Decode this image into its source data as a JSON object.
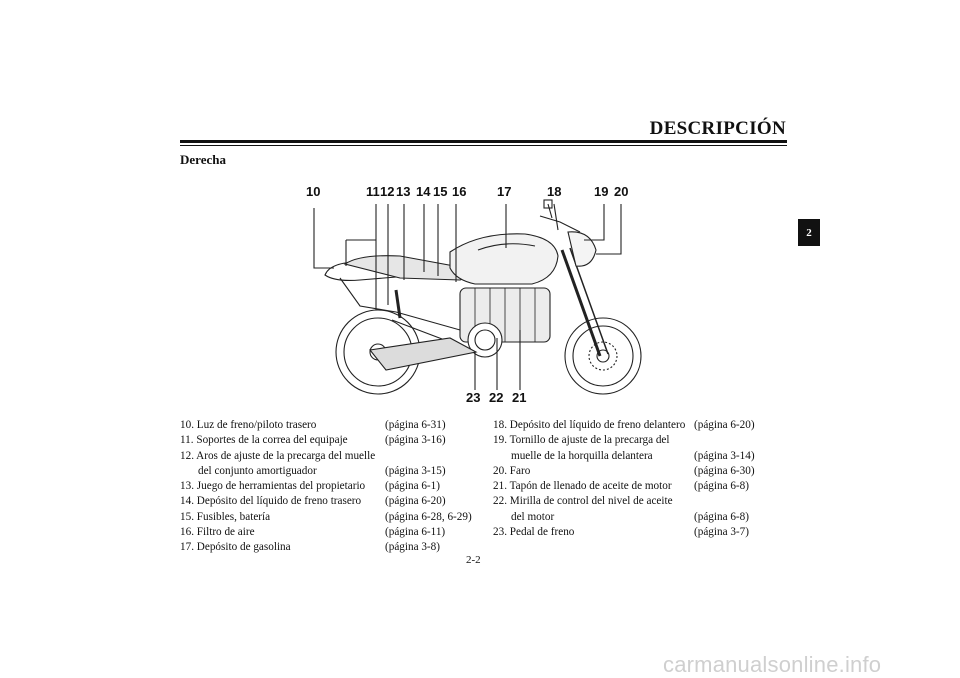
{
  "header": {
    "title": "DESCRIPCIÓN"
  },
  "side_tab": "2",
  "section": {
    "heading": "Derecha"
  },
  "figure": {
    "callouts_top": [
      "10",
      "11",
      "12",
      "13",
      "14",
      "15",
      "16",
      "17",
      "18",
      "19",
      "20"
    ],
    "callouts_bottom": [
      "23",
      "22",
      "21"
    ]
  },
  "parts_left": [
    {
      "label": "10. Luz de freno/piloto trasero",
      "page": "(página 6-31)"
    },
    {
      "label": "11. Soportes de la correa del equipaje",
      "page": "(página 3-16)"
    },
    {
      "label": "12. Aros de ajuste de la precarga del muelle",
      "page": ""
    },
    {
      "label": "del conjunto amortiguador",
      "page": "(página 3-15)",
      "cont": true
    },
    {
      "label": "13. Juego de herramientas del propietario",
      "page": "(página 6-1)"
    },
    {
      "label": "14. Depósito del líquido de freno trasero",
      "page": "(página 6-20)"
    },
    {
      "label": "15. Fusibles, batería",
      "page": "(página 6-28, 6-29)"
    },
    {
      "label": "16. Filtro de aire",
      "page": "(página 6-11)"
    },
    {
      "label": "17. Depósito de gasolina",
      "page": "(página 3-8)"
    }
  ],
  "parts_right": [
    {
      "label": "18. Depósito del líquido de freno delantero",
      "page": "(página 6-20)"
    },
    {
      "label": "19. Tornillo de ajuste de la precarga del",
      "page": ""
    },
    {
      "label": "muelle de la horquilla delantera",
      "page": "(página 3-14)",
      "cont": true
    },
    {
      "label": "20. Faro",
      "page": "(página 6-30)"
    },
    {
      "label": "21. Tapón de llenado de aceite de motor",
      "page": "(página 6-8)"
    },
    {
      "label": "22. Mirilla de control del nivel de aceite",
      "page": ""
    },
    {
      "label": "del motor",
      "page": "(página 6-8)",
      "cont": true
    },
    {
      "label": "23. Pedal de freno",
      "page": "(página 3-7)"
    }
  ],
  "page_number": "2-2",
  "watermark": "carmanualsonline.info"
}
